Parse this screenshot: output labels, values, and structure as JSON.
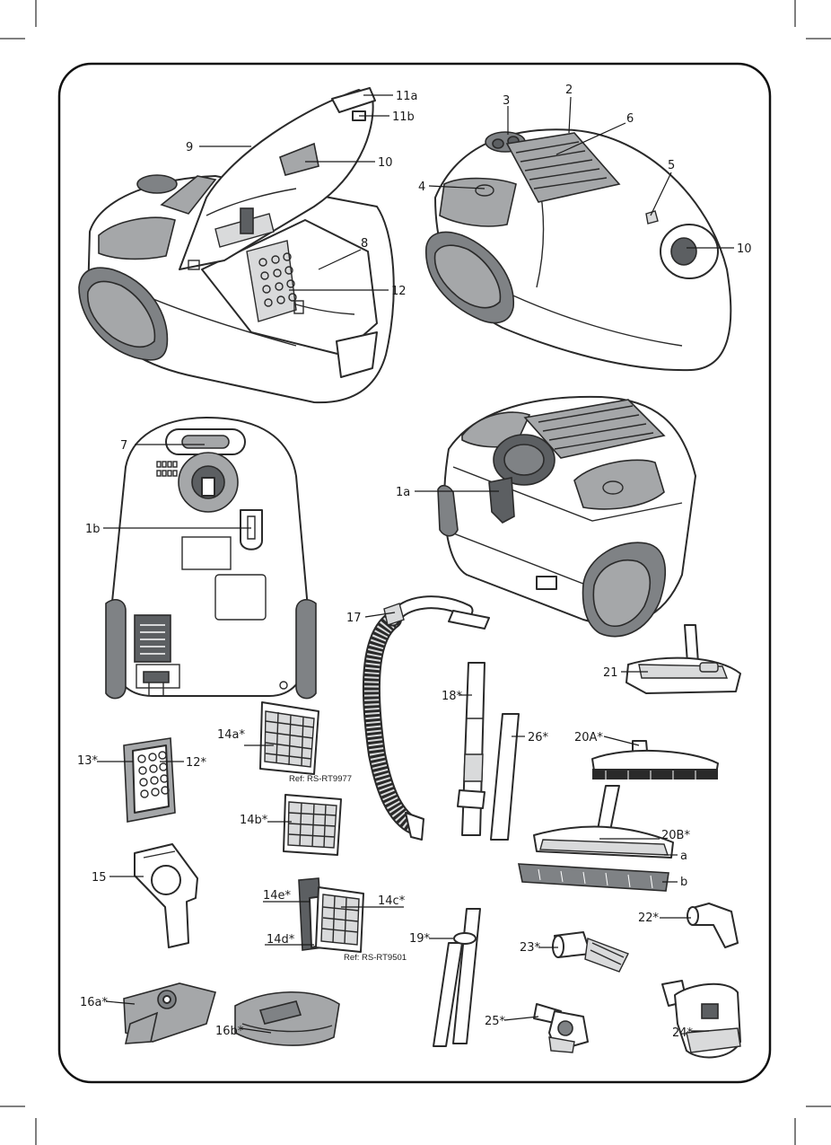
{
  "labels": {
    "l11a": "11a",
    "l11b": "11b",
    "l9": "9",
    "l10a": "10",
    "l8": "8",
    "l12a": "12",
    "l3": "3",
    "l2": "2",
    "l6": "6",
    "l5": "5",
    "l4": "4",
    "l10b": "10",
    "l7": "7",
    "l1b": "1b",
    "l1a": "1a",
    "l17": "17",
    "l21": "21",
    "l18": "18*",
    "l26": "26*",
    "l20A": "20A*",
    "l14a": "14a*",
    "l13": "13*",
    "l12b": "12*",
    "l14b": "14b*",
    "l20B": "20B*",
    "la": "a",
    "lb": "b",
    "l15": "15",
    "l14e": "14e*",
    "l14c": "14c*",
    "l14d": "14d*",
    "l19": "19*",
    "l22": "22*",
    "l23": "23*",
    "l16a": "16a*",
    "l16b": "16b*",
    "l25": "25*",
    "l24": "24*"
  },
  "refs": {
    "ref1": "Ref: RS-RT9977",
    "ref2": "Ref: RS-RT9501"
  },
  "colors": {
    "outline": "#2a2a2a",
    "light_grey": "#a5a7a9",
    "mid_grey": "#7f8285",
    "dark_grey": "#5c5f62"
  }
}
